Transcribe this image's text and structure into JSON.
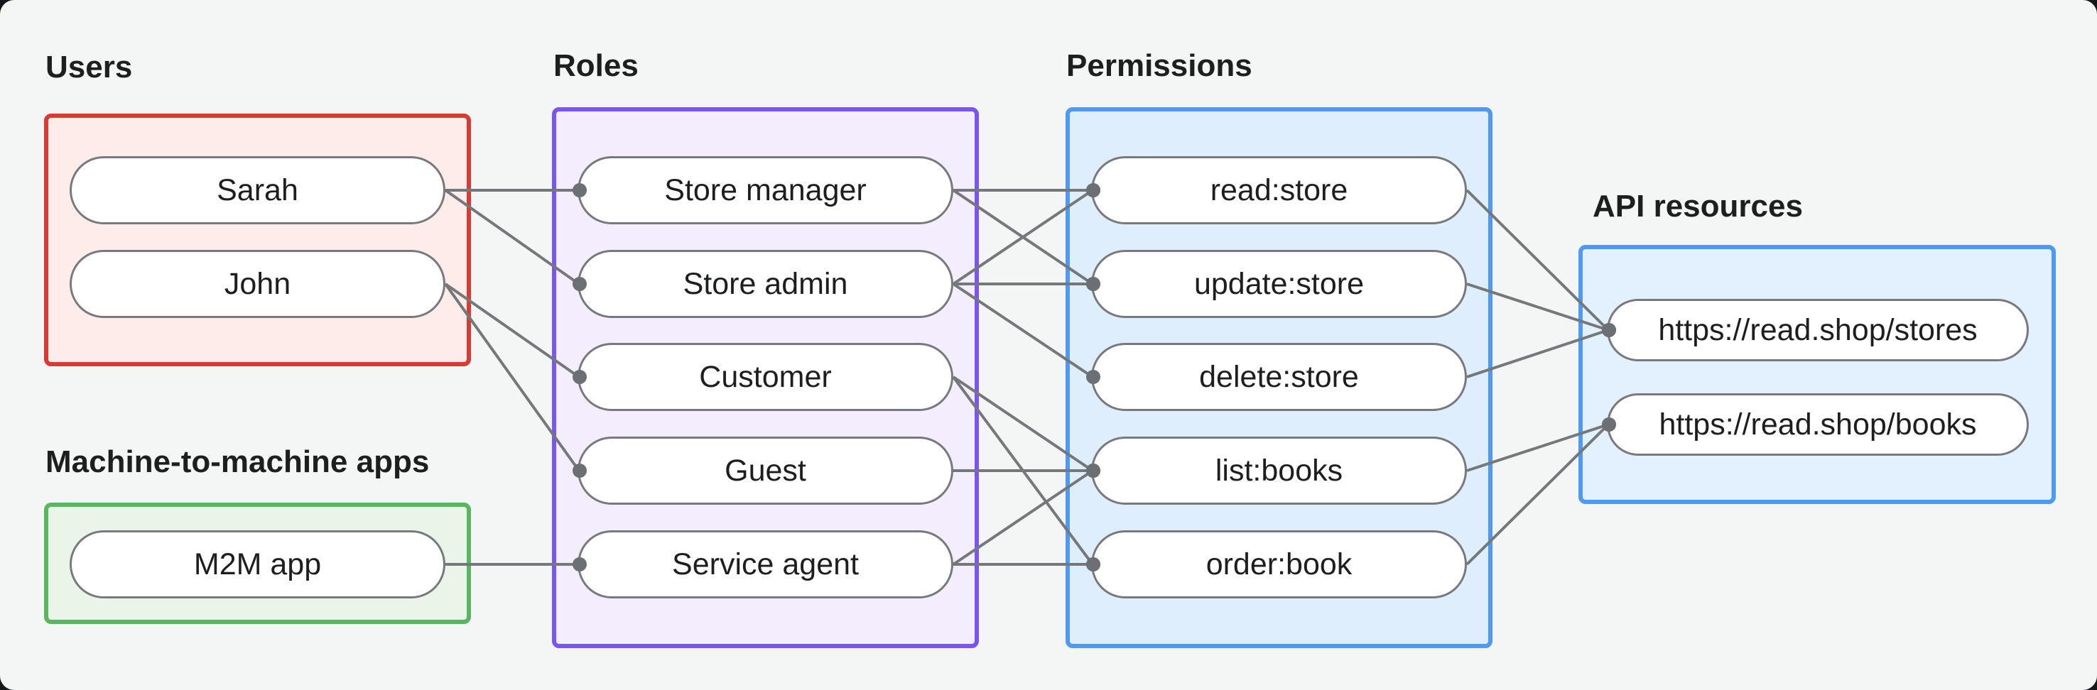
{
  "canvas": {
    "background": "#f4f6f5",
    "backdrop": "#15181a"
  },
  "style": {
    "line_color": "#75787a",
    "dot_color": "#6c7074",
    "pill_fill": "#ffffff",
    "pill_border": "#77797c",
    "text_color": "#1d1f1e",
    "title_color": "#1c1f1e"
  },
  "groups": [
    {
      "id": "users",
      "title": "Users",
      "border": "#d83a34",
      "fill": "#fdecea",
      "nodes": [
        {
          "id": "sarah",
          "label": "Sarah"
        },
        {
          "id": "john",
          "label": "John"
        }
      ]
    },
    {
      "id": "m2m",
      "title": "Machine-to-machine apps",
      "border": "#59b55f",
      "fill": "#e8f5e8",
      "nodes": [
        {
          "id": "m2m_app",
          "label": "M2M app"
        }
      ]
    },
    {
      "id": "roles",
      "title": "Roles",
      "border": "#7a55f6",
      "fill": "#f3edfd",
      "nodes": [
        {
          "id": "store_manager",
          "label": "Store manager"
        },
        {
          "id": "store_admin",
          "label": "Store admin"
        },
        {
          "id": "customer",
          "label": "Customer"
        },
        {
          "id": "guest",
          "label": "Guest"
        },
        {
          "id": "service_agent",
          "label": "Service agent"
        }
      ]
    },
    {
      "id": "permissions",
      "title": "Permissions",
      "border": "#4f98f4",
      "fill": "#dfeefd",
      "nodes": [
        {
          "id": "read_store",
          "label": "read:store"
        },
        {
          "id": "update_store",
          "label": "update:store"
        },
        {
          "id": "delete_store",
          "label": "delete:store"
        },
        {
          "id": "list_books",
          "label": "list:books"
        },
        {
          "id": "order_book",
          "label": "order:book"
        }
      ]
    },
    {
      "id": "api",
      "title": "API resources",
      "border": "#4f98f4",
      "fill": "#e3f0fd",
      "nodes": [
        {
          "id": "stores",
          "label": "https://read.shop/stores"
        },
        {
          "id": "books",
          "label": "https://read.shop/books"
        }
      ]
    }
  ],
  "connections": [
    {
      "from": "sarah",
      "to": "store_manager"
    },
    {
      "from": "sarah",
      "to": "store_admin"
    },
    {
      "from": "john",
      "to": "customer"
    },
    {
      "from": "john",
      "to": "guest"
    },
    {
      "from": "m2m_app",
      "to": "service_agent"
    },
    {
      "from": "store_manager",
      "to": "read_store"
    },
    {
      "from": "store_manager",
      "to": "update_store"
    },
    {
      "from": "store_admin",
      "to": "read_store"
    },
    {
      "from": "store_admin",
      "to": "update_store"
    },
    {
      "from": "store_admin",
      "to": "delete_store"
    },
    {
      "from": "customer",
      "to": "list_books"
    },
    {
      "from": "customer",
      "to": "order_book"
    },
    {
      "from": "guest",
      "to": "list_books"
    },
    {
      "from": "service_agent",
      "to": "list_books"
    },
    {
      "from": "service_agent",
      "to": "order_book"
    },
    {
      "from": "read_store",
      "to": "stores"
    },
    {
      "from": "update_store",
      "to": "stores"
    },
    {
      "from": "delete_store",
      "to": "stores"
    },
    {
      "from": "list_books",
      "to": "books"
    },
    {
      "from": "order_book",
      "to": "books"
    }
  ]
}
